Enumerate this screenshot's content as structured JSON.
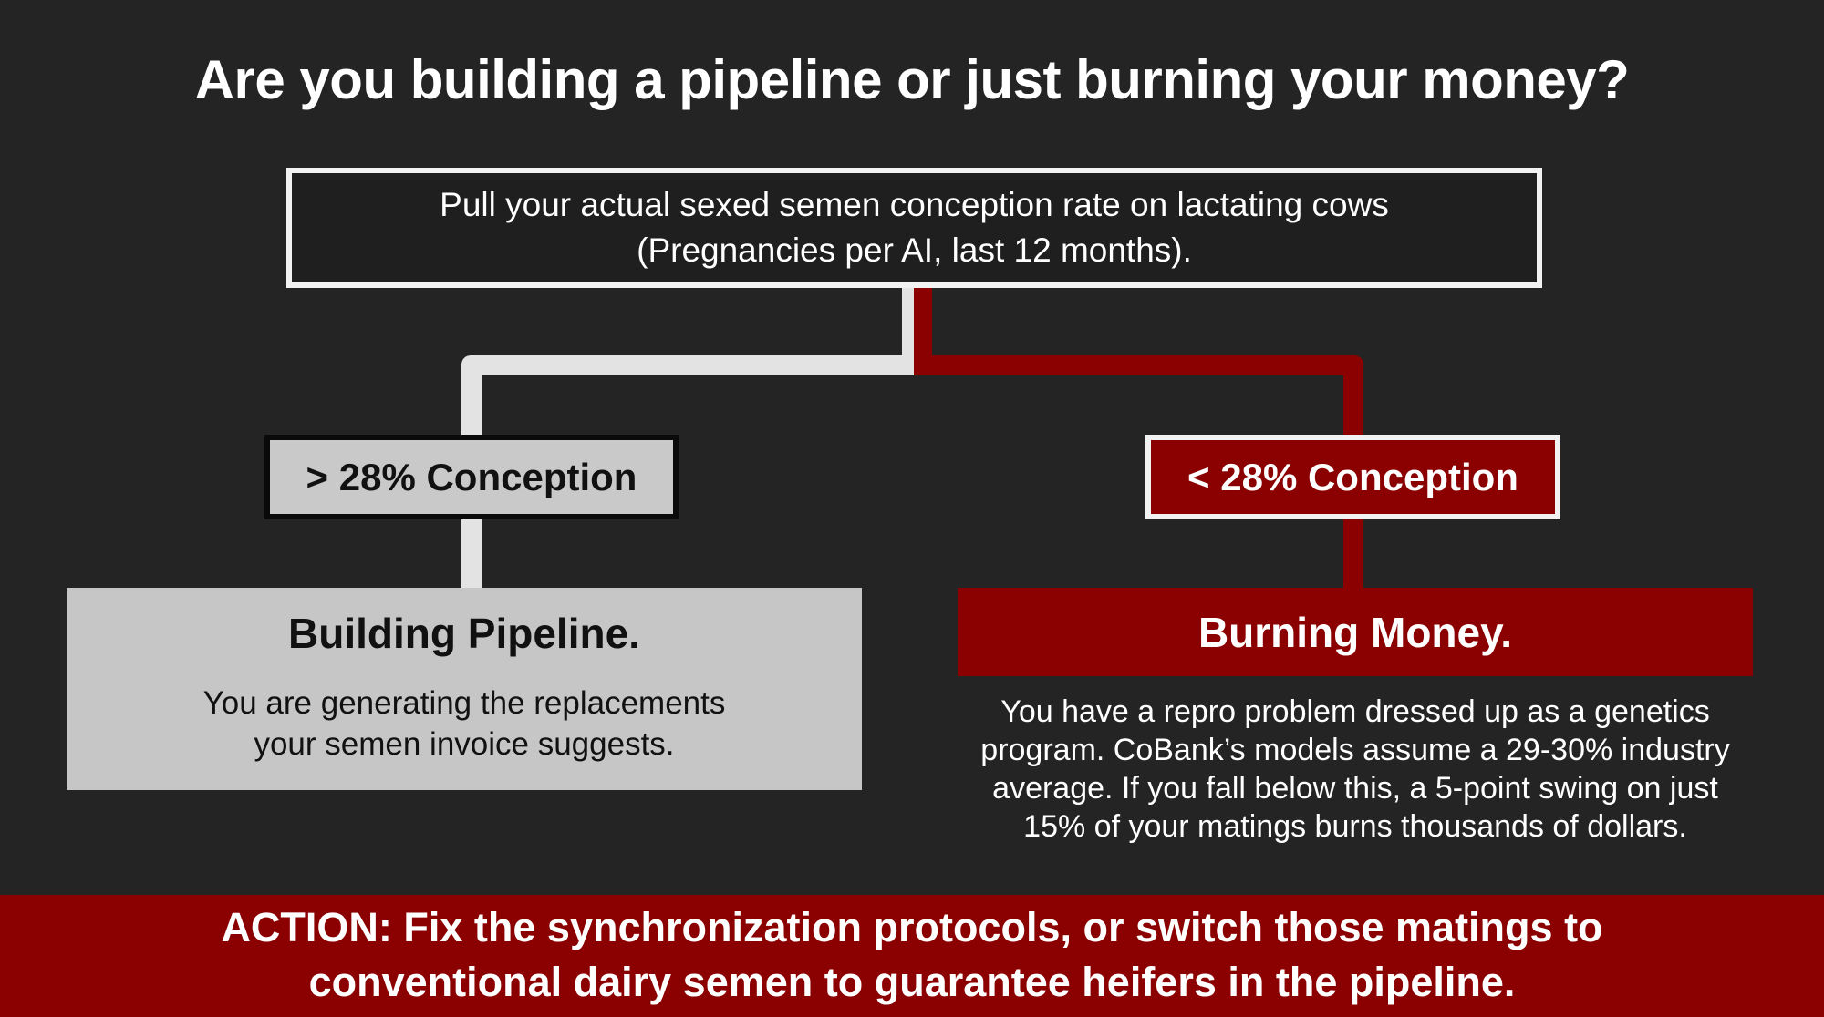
{
  "title": "Are you building a pipeline or just burning your money?",
  "question": {
    "line1": "Pull your actual sexed semen conception rate on lactating cows",
    "line2": "(Pregnancies per AI, last 12 months)."
  },
  "branches": {
    "high": {
      "label": "> 28% Conception",
      "heading": "Building Pipeline.",
      "text_line1": "You are generating the replacements",
      "text_line2": "your semen invoice suggests."
    },
    "low": {
      "label": "< 28% Conception",
      "heading": "Burning Money.",
      "text_lines": [
        "You have a repro problem dressed up as a genetics",
        "program. CoBank’s models assume a 29-30% industry",
        "average. If you fall below this, a 5-point swing on just",
        "15% of your matings burns thousands of dollars."
      ]
    }
  },
  "action": {
    "line1": "ACTION: Fix the synchronization protocols, or switch those matings to",
    "line2": "conventional dairy semen to guarantee heifers in the pipeline."
  },
  "colors": {
    "background": "#242424",
    "red": "#8b0000",
    "gray": "#c6c6c6",
    "white": "#f2f2f2"
  }
}
